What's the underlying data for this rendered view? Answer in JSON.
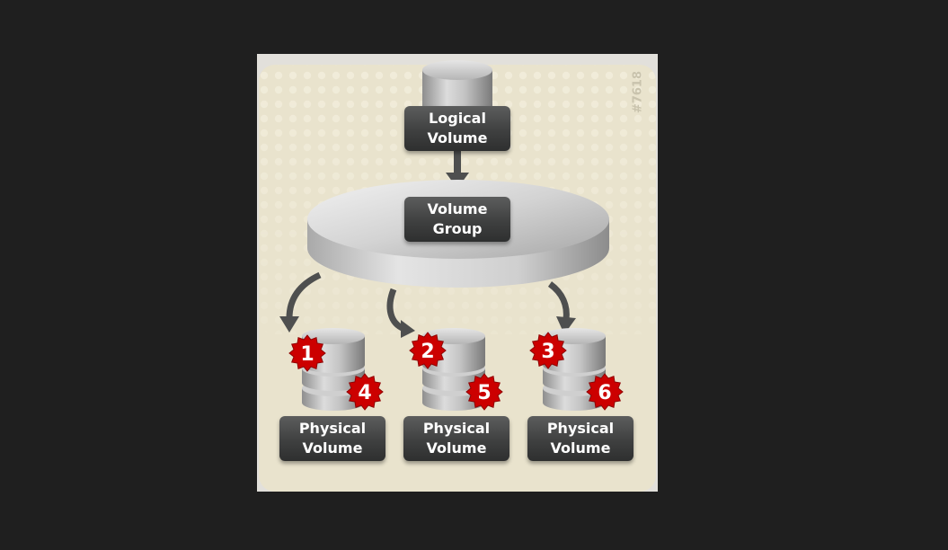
{
  "diagram": {
    "watermark": "#7618",
    "logical_volume": {
      "line1": "Logical",
      "line2": "Volume"
    },
    "volume_group": {
      "line1": "Volume",
      "line2": "Group"
    },
    "physical_volumes": [
      {
        "line1": "Physical",
        "line2": "Volume",
        "top_badge": "1",
        "bottom_badge": "4"
      },
      {
        "line1": "Physical",
        "line2": "Volume",
        "top_badge": "2",
        "bottom_badge": "5"
      },
      {
        "line1": "Physical",
        "line2": "Volume",
        "top_badge": "3",
        "bottom_badge": "6"
      }
    ],
    "colors": {
      "panel": "#e9e3cd",
      "dots": "#f1ecda",
      "label_box": "#3f4040",
      "badge": "#cc0000",
      "arrow": "#4e4f4f"
    }
  }
}
